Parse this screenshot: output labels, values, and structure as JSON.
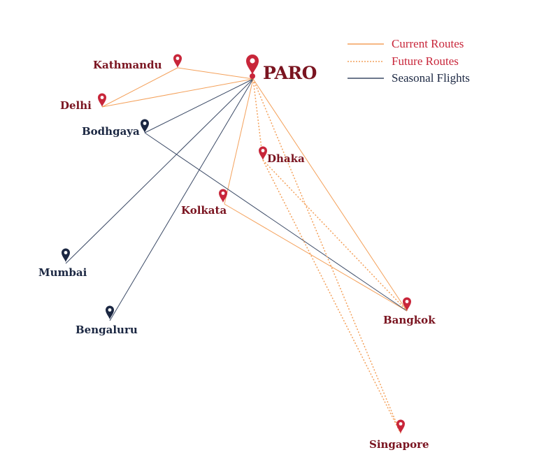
{
  "colors": {
    "current": "#F4A15B",
    "future": "#F4A15B",
    "seasonal": "#3B4A66",
    "pin_red": "#C8263A",
    "pin_navy": "#1B2742",
    "label_red": "#7A1420",
    "label_navy": "#1B2742",
    "legend_text_red": "#C8263A",
    "legend_text_navy": "#1B2742"
  },
  "hub": {
    "name": "PARO",
    "icon": "map-pin-icon"
  },
  "cities": [
    {
      "id": "kathmandu",
      "name": "Kathmandu",
      "type": "current"
    },
    {
      "id": "delhi",
      "name": "Delhi",
      "type": "current"
    },
    {
      "id": "bodhgaya",
      "name": "Bodhgaya",
      "type": "seasonal"
    },
    {
      "id": "dhaka",
      "name": "Dhaka",
      "type": "current"
    },
    {
      "id": "kolkata",
      "name": "Kolkata",
      "type": "current"
    },
    {
      "id": "mumbai",
      "name": "Mumbai",
      "type": "seasonal"
    },
    {
      "id": "bengaluru",
      "name": "Bengaluru",
      "type": "seasonal"
    },
    {
      "id": "bangkok",
      "name": "Bangkok",
      "type": "current"
    },
    {
      "id": "singapore",
      "name": "Singapore",
      "type": "current"
    }
  ],
  "routes": [
    {
      "from": "paro",
      "to": "kathmandu",
      "style": "current"
    },
    {
      "from": "paro",
      "to": "delhi",
      "style": "current"
    },
    {
      "from": "kathmandu",
      "to": "delhi",
      "style": "current"
    },
    {
      "from": "paro",
      "to": "kolkata",
      "style": "current"
    },
    {
      "from": "paro",
      "to": "bangkok",
      "style": "current"
    },
    {
      "from": "kolkata",
      "to": "bangkok",
      "style": "current"
    },
    {
      "from": "paro",
      "to": "bodhgaya",
      "style": "seasonal"
    },
    {
      "from": "paro",
      "to": "mumbai",
      "style": "seasonal"
    },
    {
      "from": "paro",
      "to": "bengaluru",
      "style": "seasonal"
    },
    {
      "from": "bodhgaya",
      "to": "bangkok",
      "style": "seasonal"
    },
    {
      "from": "paro",
      "to": "dhaka",
      "style": "future"
    },
    {
      "from": "paro",
      "to": "singapore",
      "style": "future"
    },
    {
      "from": "dhaka",
      "to": "bangkok",
      "style": "future"
    },
    {
      "from": "dhaka",
      "to": "singapore",
      "style": "future"
    }
  ],
  "legend": [
    {
      "key": "current",
      "label": "Current Routes"
    },
    {
      "key": "future",
      "label": "Future Routes"
    },
    {
      "key": "seasonal",
      "label": "Seasonal Flights"
    }
  ]
}
